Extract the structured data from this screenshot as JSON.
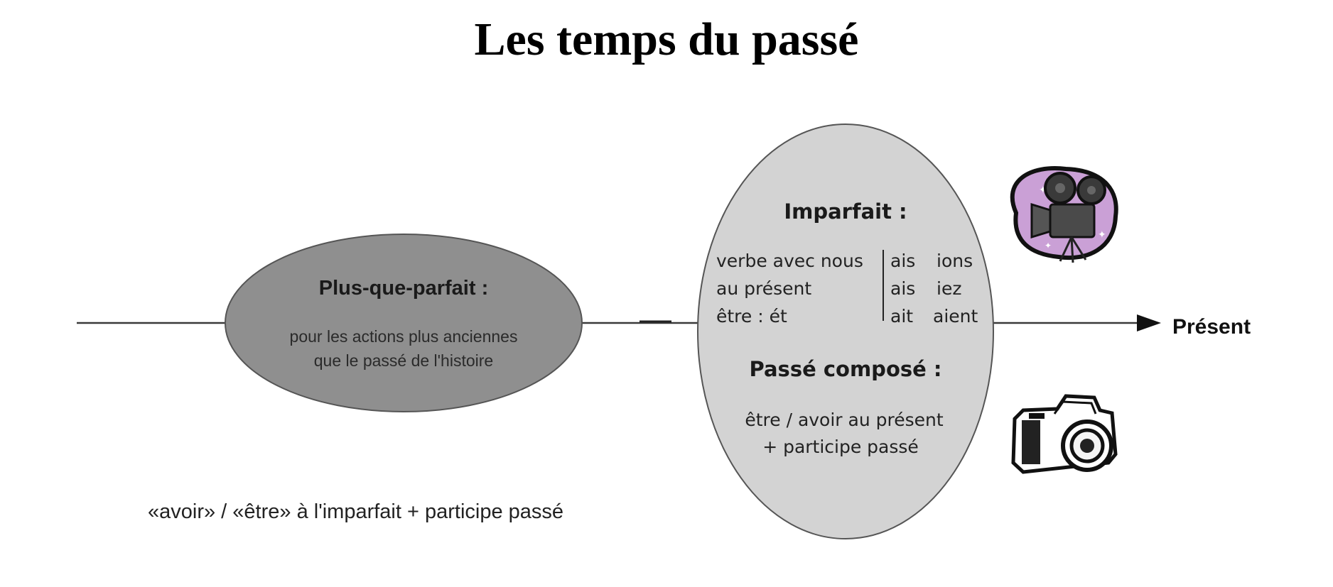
{
  "title": "Les temps du passé",
  "timeline": {
    "end_label": "Présent"
  },
  "plus_que_parfait": {
    "heading": "Plus-que-parfait :",
    "line1": "pour les actions plus anciennes",
    "line2": "que le passé de l'histoire",
    "formation": "«avoir»  / «être» à l'imparfait + participe passé"
  },
  "imparfait": {
    "heading": "Imparfait :",
    "stem_rows": [
      "verbe avec nous",
      "au présent",
      "être : ét"
    ],
    "endings_singular": [
      "ais",
      "ais",
      "ait"
    ],
    "endings_plural": [
      "ions",
      "iez",
      "aient"
    ]
  },
  "passe_compose": {
    "heading": "Passé composé :",
    "line1": "être / avoir au présent",
    "line2": "+ participe passé"
  },
  "icons": {
    "imparfait_icon": "film-camera-icon",
    "passe_compose_icon": "photo-camera-icon"
  }
}
